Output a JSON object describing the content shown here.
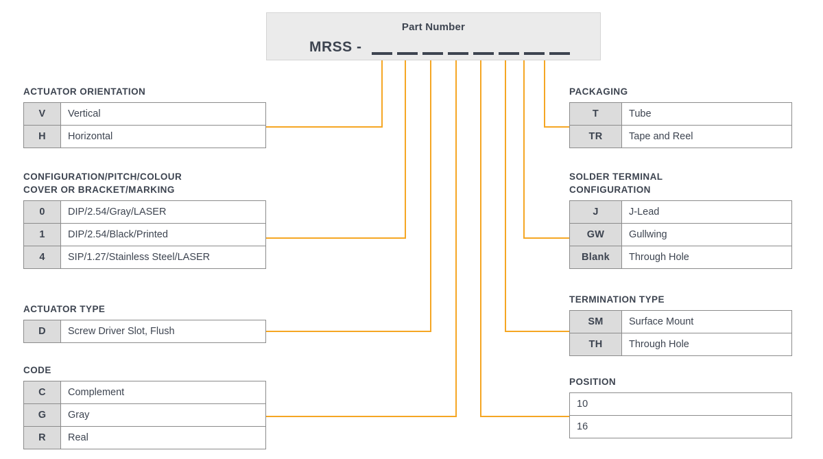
{
  "header": {
    "title": "Part Number",
    "prefix": "MRSS -",
    "blank_count": 8,
    "blank_symbol": "__"
  },
  "colors": {
    "connector": "#f5a623",
    "code_cell_bg": "#dcdcdc",
    "header_bg": "#ebebeb",
    "text": "#3d4450",
    "border": "#8b8b8b"
  },
  "sections": {
    "actuator_orientation": {
      "title": "ACTUATOR ORIENTATION",
      "rows": [
        {
          "code": "V",
          "desc": "Vertical"
        },
        {
          "code": "H",
          "desc": "Horizontal"
        }
      ]
    },
    "configuration": {
      "title": "CONFIGURATION/PITCH/COLOUR\nCOVER OR BRACKET/MARKING",
      "rows": [
        {
          "code": "0",
          "desc": "DIP/2.54/Gray/LASER"
        },
        {
          "code": "1",
          "desc": "DIP/2.54/Black/Printed"
        },
        {
          "code": "4",
          "desc": "SIP/1.27/Stainless Steel/LASER"
        }
      ]
    },
    "actuator_type": {
      "title": "ACTUATOR TYPE",
      "rows": [
        {
          "code": "D",
          "desc": "Screw Driver Slot, Flush"
        }
      ]
    },
    "code": {
      "title": "CODE",
      "rows": [
        {
          "code": "C",
          "desc": "Complement"
        },
        {
          "code": "G",
          "desc": "Gray"
        },
        {
          "code": "R",
          "desc": "Real"
        }
      ]
    },
    "packaging": {
      "title": "PACKAGING",
      "rows": [
        {
          "code": "T",
          "desc": "Tube"
        },
        {
          "code": "TR",
          "desc": "Tape and Reel"
        }
      ]
    },
    "solder_terminal": {
      "title": "SOLDER TERMINAL\nCONFIGURATION",
      "rows": [
        {
          "code": "J",
          "desc": "J-Lead"
        },
        {
          "code": "GW",
          "desc": "Gullwing"
        },
        {
          "code": "Blank",
          "desc": "Through Hole"
        }
      ]
    },
    "termination_type": {
      "title": "TERMINATION TYPE",
      "rows": [
        {
          "code": "SM",
          "desc": "Surface Mount"
        },
        {
          "code": "TH",
          "desc": "Through Hole"
        }
      ]
    },
    "position": {
      "title": "POSITION",
      "rows": [
        {
          "value": "10"
        },
        {
          "value": "16"
        }
      ]
    }
  }
}
